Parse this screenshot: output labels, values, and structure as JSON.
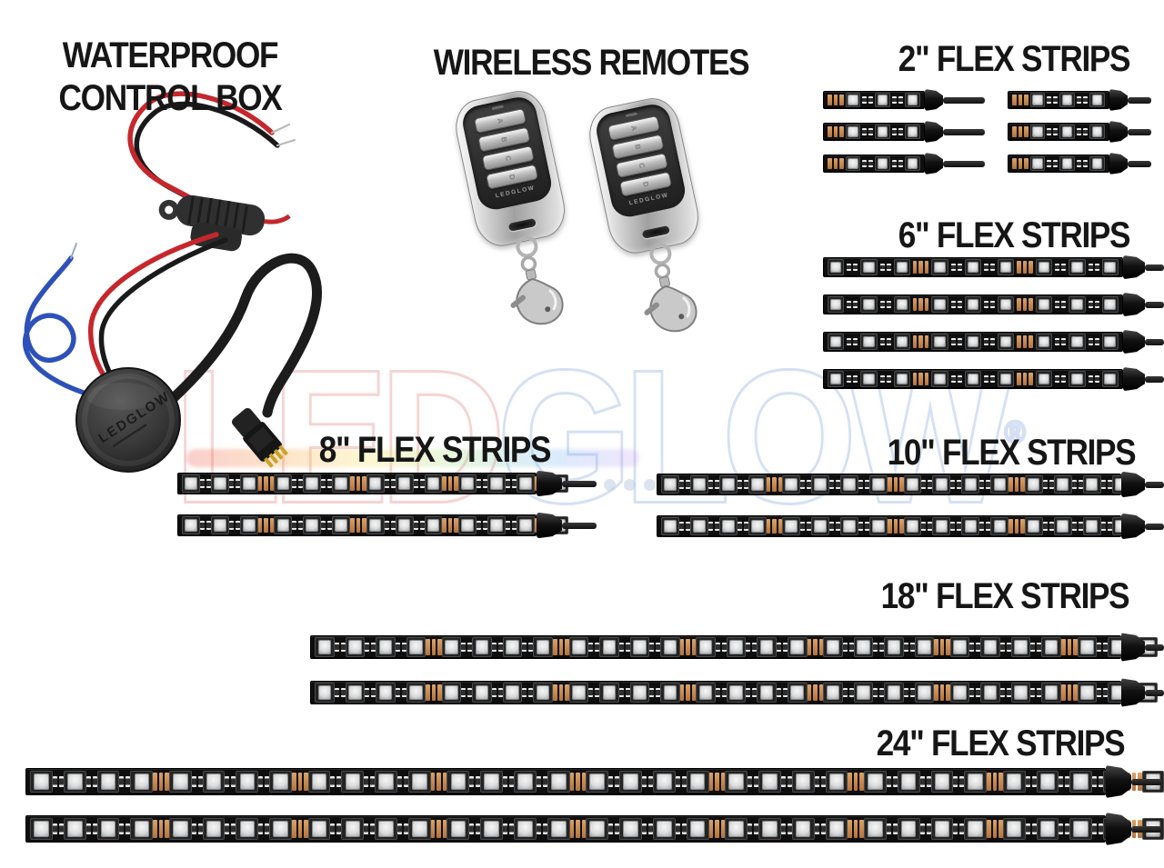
{
  "watermark": {
    "part1": "LED",
    "part2": "GLOW",
    "reg": "®",
    "part1_outline_color": "#db7070",
    "part2_outline_color": "#7698d6"
  },
  "control_box": {
    "title_line1": "WATERPROOF",
    "title_line2": "CONTROL BOX",
    "brand": "LEDGLOW"
  },
  "remotes": {
    "title": "WIRELESS REMOTES",
    "count": 2,
    "buttons": [
      "A",
      "B",
      "C",
      "D"
    ],
    "brand": "LEDGLOW"
  },
  "strip_sections": [
    {
      "id": "s2",
      "label": "2\" FLEX STRIPS",
      "length_inches": 2,
      "strip_count": 6,
      "leds_per_strip": 3
    },
    {
      "id": "s6",
      "label": "6\" FLEX STRIPS",
      "length_inches": 6,
      "strip_count": 4,
      "leds_per_strip": 9
    },
    {
      "id": "s8",
      "label": "8\" FLEX STRIPS",
      "length_inches": 8,
      "strip_count": 2,
      "leds_per_strip": 13
    },
    {
      "id": "s10",
      "label": "10\" FLEX STRIPS",
      "length_inches": 10,
      "strip_count": 2,
      "leds_per_strip": 16
    },
    {
      "id": "s18",
      "label": "18\" FLEX STRIPS",
      "length_inches": 18,
      "strip_count": 2,
      "leds_per_strip": 27
    },
    {
      "id": "s24",
      "label": "24\" FLEX STRIPS",
      "length_inches": 24,
      "strip_count": 2,
      "leds_per_strip": 36
    }
  ],
  "colors": {
    "label_text": "#161616",
    "pcb": "#0e0e0e",
    "led_module": "#dcdcdc",
    "copper_pad": "#c9884f",
    "wire_red": "#c6272c",
    "wire_blue": "#2d51b8",
    "wire_black": "#1a1a1a",
    "chrome": "#cfcfcf"
  }
}
